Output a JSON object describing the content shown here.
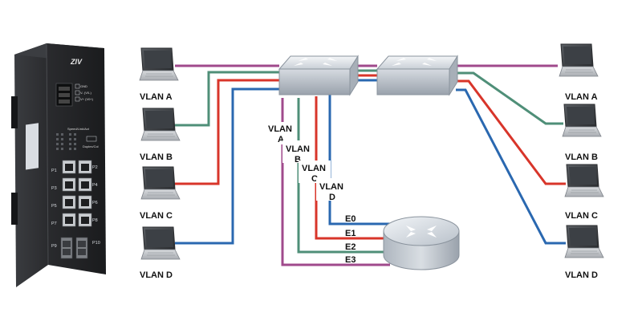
{
  "colors": {
    "vlan_a": "#a04a8c",
    "vlan_b": "#4f8f78",
    "vlan_c": "#d8352a",
    "vlan_d": "#2a68b0"
  },
  "left_hosts": [
    {
      "label": "VLAN A"
    },
    {
      "label": "VLAN B"
    },
    {
      "label": "VLAN C"
    },
    {
      "label": "VLAN D"
    }
  ],
  "right_hosts": [
    {
      "label": "VLAN A"
    },
    {
      "label": "VLAN B"
    },
    {
      "label": "VLAN C"
    },
    {
      "label": "VLAN D"
    }
  ],
  "trunk_labels": [
    {
      "line1": "VLAN",
      "line2": "A"
    },
    {
      "line1": "VLAN",
      "line2": "B"
    },
    {
      "line1": "VLAN",
      "line2": "C"
    },
    {
      "line1": "VLAN",
      "line2": "D"
    }
  ],
  "router_ports": [
    "E0",
    "E1",
    "E2",
    "E3"
  ],
  "device": {
    "brand_logo": "ZIV",
    "power_labels": [
      "GND",
      "V- (V0-)",
      "V+ (V0+)"
    ],
    "led_header": "Speed/Link/Act",
    "led_footer": "Duplex/Col",
    "port_labels": [
      "P1",
      "P2",
      "P3",
      "P4",
      "P5",
      "P6",
      "P7",
      "P8",
      "P9",
      "P10"
    ]
  }
}
